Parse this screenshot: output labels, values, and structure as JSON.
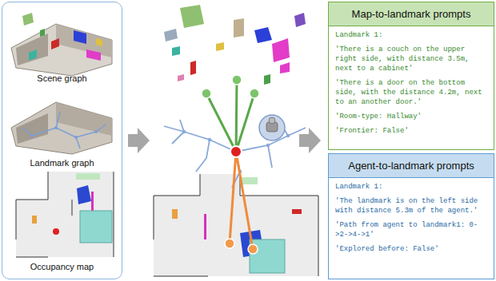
{
  "diagram": {
    "nodes": [
      {
        "text": [
          "Scene graph",
          "Landmark graph",
          "Occupancy map"
        ]
      },
      {
        "text": [
          "Map-to-landmark prompts",
          "Landmark 1:",
          "'There is a couch on the upper right side, with distance 3.5m, next to a cabinet'",
          "'There is a door on the bottom side, with the distance 4.2m, next to an another door.'",
          "'Room-type: Hallway'",
          "'Frontier: False'"
        ]
      },
      {
        "text": [
          "Agent-to-landmark prompts",
          "Landmark 1:",
          "'The landmark is on the left side with distance 5.3m of the agent.'",
          "'Path from agent to landmark1: 0->2->4->1'",
          "'Explored before: False'"
        ]
      }
    ]
  }
}
